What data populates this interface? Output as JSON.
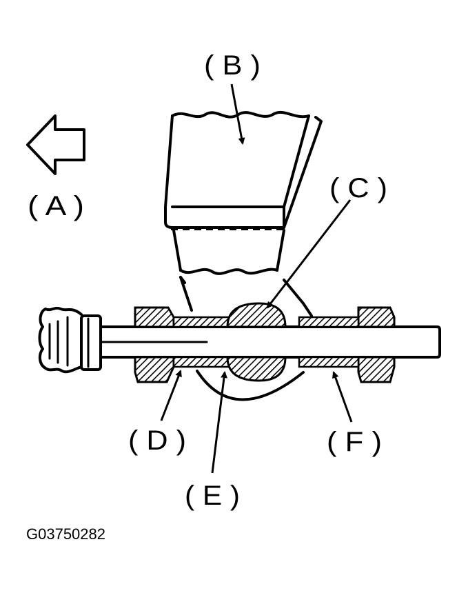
{
  "labels": {
    "a": "( A )",
    "b": "( B )",
    "c": "( C )",
    "d": "( D )",
    "e": "( E )",
    "f": "( F )"
  },
  "figure_code": "G03750282",
  "colors": {
    "ink": "#000000",
    "paper": "#ffffff"
  }
}
